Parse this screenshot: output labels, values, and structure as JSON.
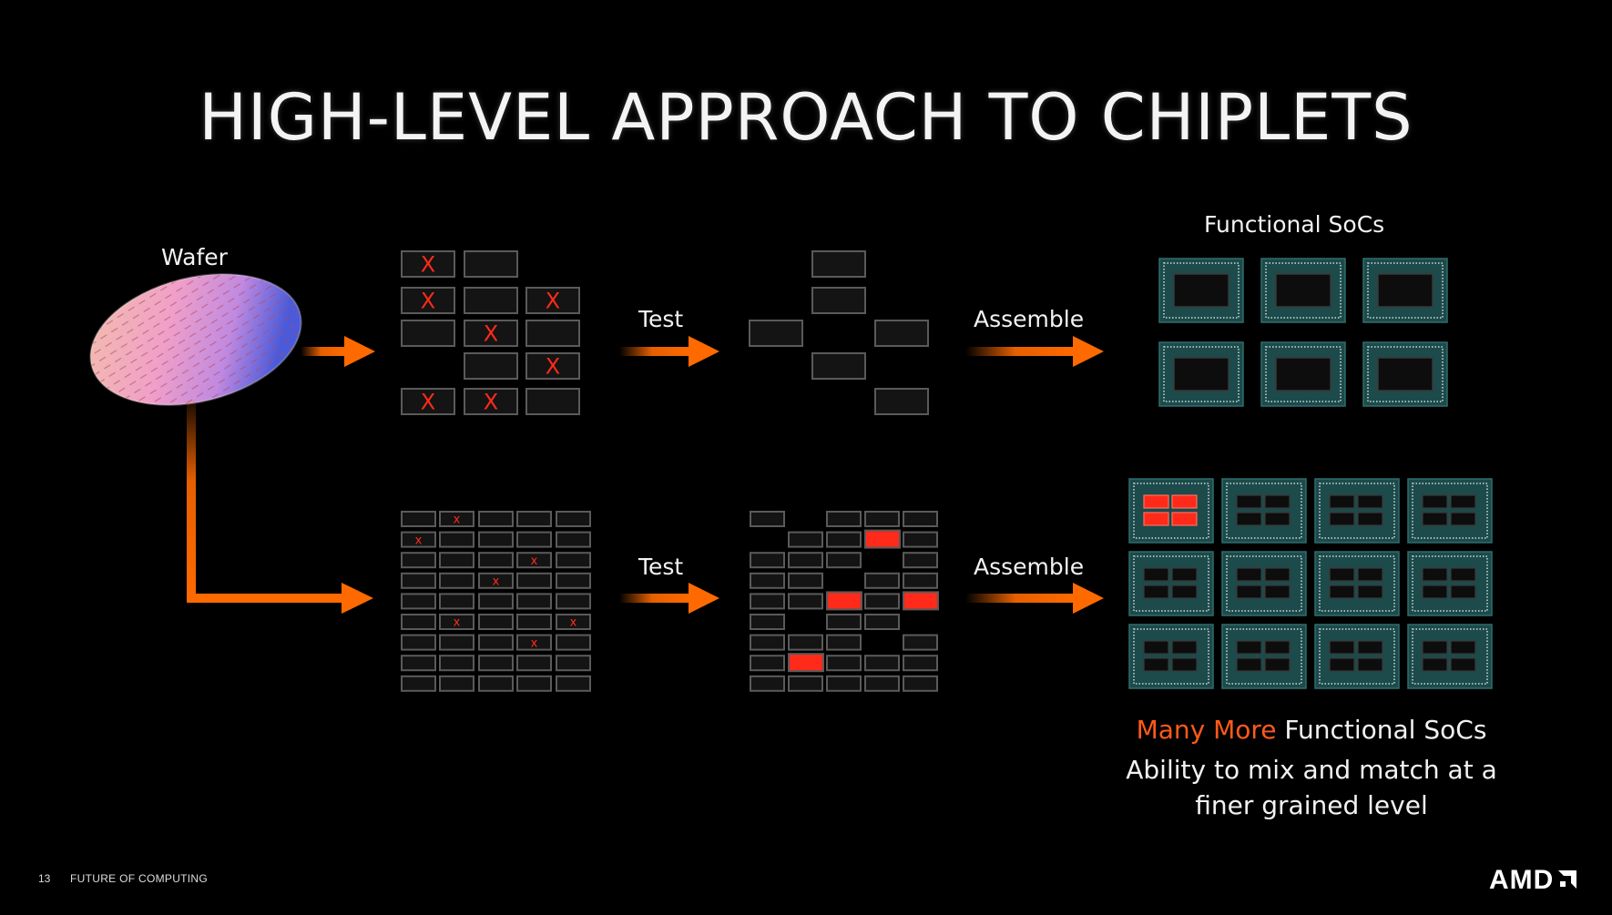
{
  "slide": {
    "title": "HIGH-LEVEL APPROACH TO CHIPLETS",
    "slide_number": "13",
    "footer": "FUTURE OF COMPUTING",
    "logo_text": "AMD"
  },
  "labels": {
    "wafer": "Wafer",
    "test_top": "Test",
    "test_bottom": "Test",
    "assemble_top": "Assemble",
    "assemble_bottom": "Assemble",
    "functional_socs": "Functional SoCs"
  },
  "caption": {
    "highlight": "Many More",
    "rest": " Functional SoCs",
    "line2": "Ability to mix and match at a",
    "line3": "finer grained level"
  },
  "colors": {
    "background": "#000000",
    "arrow": "#ff6a00",
    "defect": "#ff2a1a",
    "die_fill": "#141414",
    "die_border": "#5a5a5a",
    "soc_teal": "#1d4a4a"
  },
  "marks": {
    "defect_symbol": "X",
    "small_defect_symbol": "x"
  }
}
